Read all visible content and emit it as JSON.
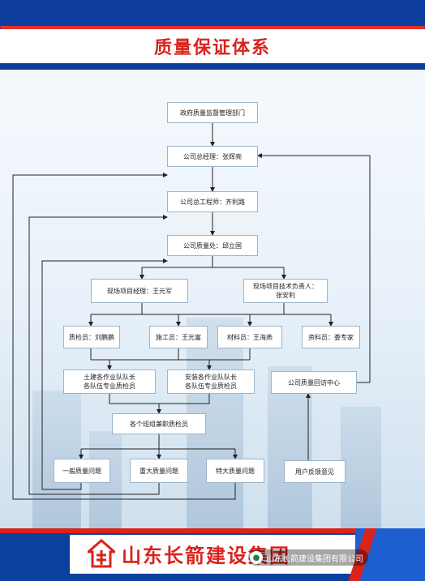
{
  "title": "质量保证体系",
  "nodes": {
    "gov": "政府质量监督管理部门",
    "gm": "公司总经理：张辉亮",
    "ce": "公司总工程师：齐利路",
    "qd": "公司质量处：邱立国",
    "pm": "现场项目经理：王元军",
    "tech": "现场项目技术负责人：\n张安利",
    "qi": "质检员：刘鹏鹏",
    "cons": "施工员：王光富",
    "mat": "材料员：王海燕",
    "doc": "资料员：娄专家",
    "civil": "土建各作业队队长\n各队伍专业质检员",
    "install": "安装各作业队队长\n各队伍专业质检员",
    "visit": "公司质量回访中心",
    "team": "各个班组兼职质检员",
    "general": "一般质量问题",
    "major": "重大质量问题",
    "special": "特大质量问题",
    "feedback": "用户反馈意见"
  },
  "footer": {
    "company": "山东长箭建设集团",
    "watermark": "山东长箭建设集团有限公司"
  },
  "colors": {
    "brand_blue": "#0b3c9e",
    "brand_red": "#d9231c",
    "line": "#222222"
  }
}
